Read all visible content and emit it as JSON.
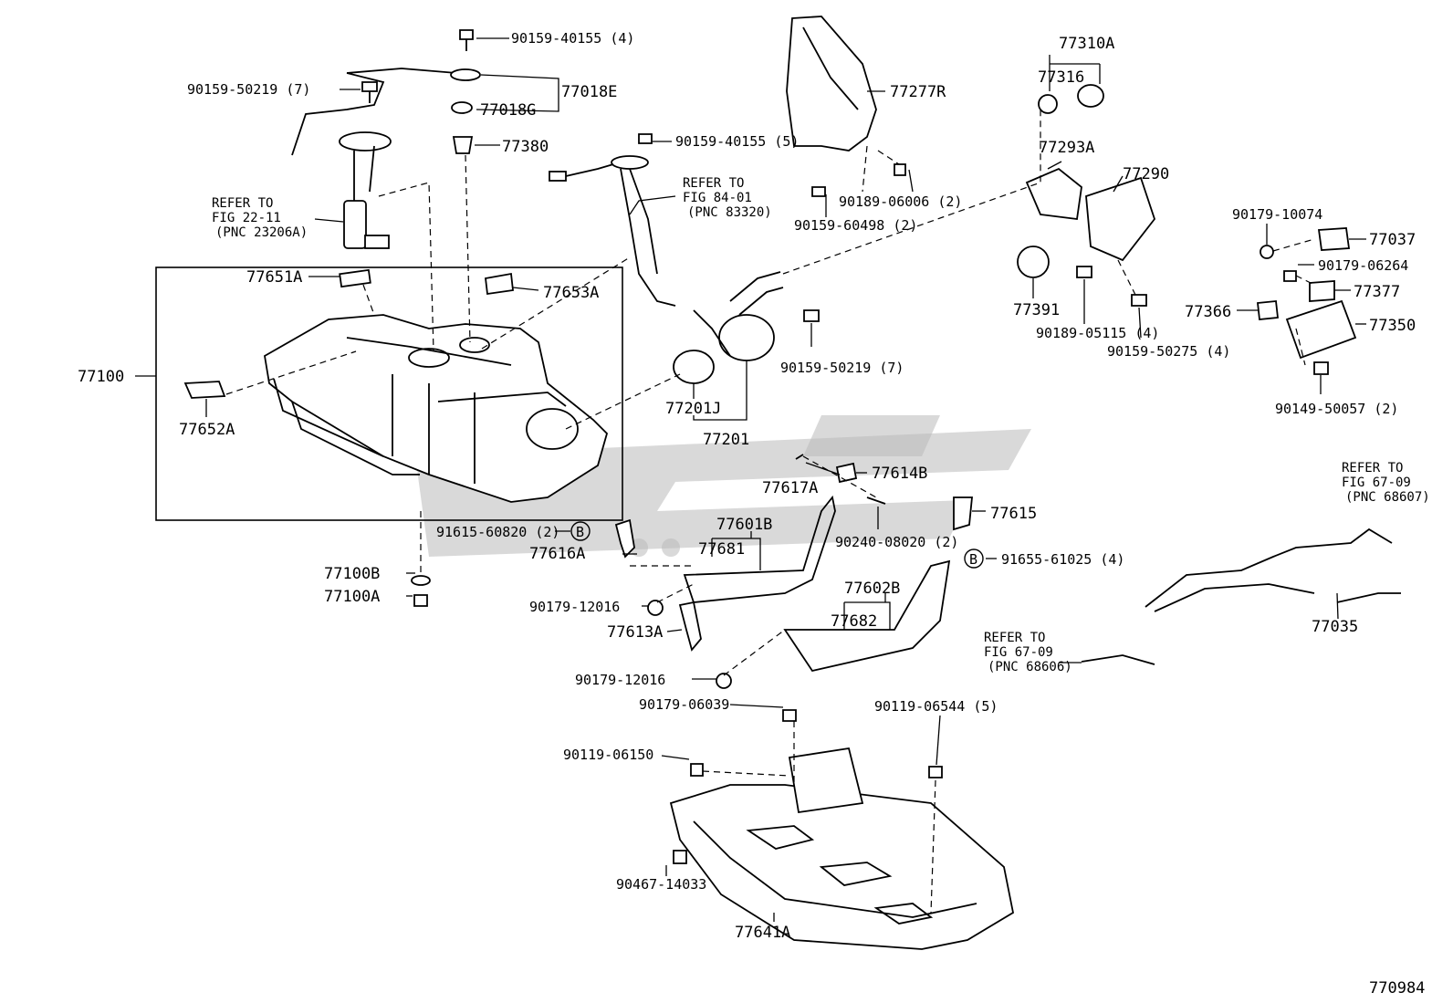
{
  "diagram_id": "770984",
  "parts": {
    "bolt_top": "90159-40155 (4)",
    "screw_left": "90159-50219 (7)",
    "ring_770": "77018E",
    "gasket_770g": "77018G",
    "cap_773": "77380",
    "pump_ref": [
      "REFER TO",
      "FIG 22-11",
      "(PNC 23206A)"
    ],
    "bolt_mid": "90159-40155 (5)",
    "gauge_ref": [
      "REFER TO",
      "FIG 84-01",
      "(PNC 83320)"
    ],
    "cover_72": "77277R",
    "clip_06": "90189-06006 (2)",
    "screw_498": "90159-60498 (2)",
    "cap_set": "77310A",
    "cap_316": "77316",
    "housing_293": "77293A",
    "housing_290": "77290",
    "oring_391": "77391",
    "clip_115": "90189-05115 (4)",
    "screw_275": "90159-50275 (4)",
    "screw_074": "90179-10074",
    "hinge_037": "77037",
    "nut_264": "90179-06264",
    "spring_377": "77377",
    "lock_366": "77366",
    "lid_350": "77350",
    "bolt_057": "90149-50057 (2)",
    "pad_651": "77651A",
    "pad_653": "77653A",
    "tank": "77100",
    "pad_652": "77652A",
    "gasket_201j": "77201J",
    "pipe_201": "77201",
    "screw_219b": "90159-50219 (7)",
    "clip_617": "77617A",
    "bracket_614": "77614B",
    "bolt_820": "90240-08020 (2)",
    "band_615": "77615",
    "bolt_916a": "91615-60820 (2)",
    "bolt_916b": "91655-61025 (4)",
    "circle_b": "B",
    "band_601": "77601B",
    "band_681": "77681",
    "band_616": "77616A",
    "band_602": "77602B",
    "band_682": "77682",
    "grommet_b": "77100B",
    "grommet_a": "77100A",
    "nut_016a": "90179-12016",
    "band_613": "77613A",
    "nut_016b": "90179-12016",
    "cable_ref1": [
      "REFER TO",
      "FIG 67-09",
      "(PNC 68607)"
    ],
    "cable_035": "77035",
    "cable_ref2": [
      "REFER TO",
      "FIG 67-09",
      "(PNC 68606)"
    ],
    "nut_039": "90179-06039",
    "bolt_544": "90119-06544 (5)",
    "bolt_150": "90119-06150",
    "clip_033": "90467-14033",
    "protector": "77641A"
  }
}
